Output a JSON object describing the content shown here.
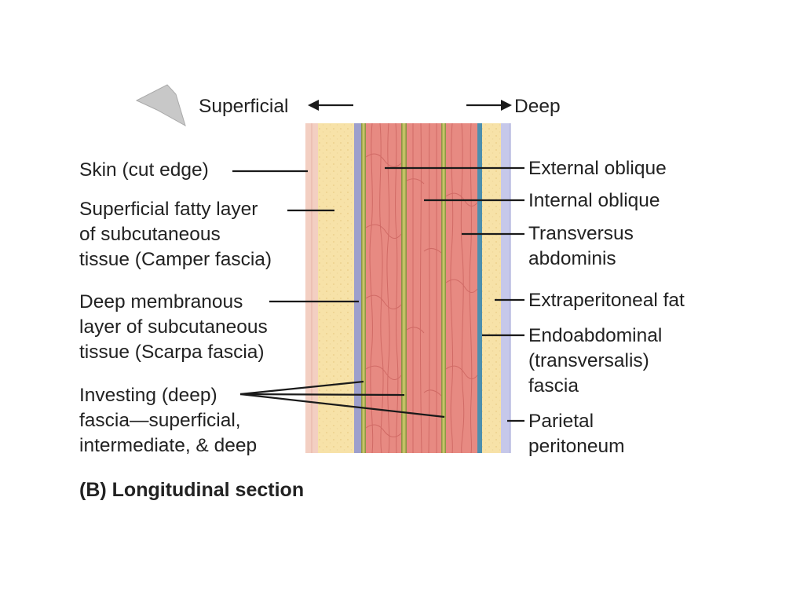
{
  "header": {
    "superficial": "Superficial",
    "deep": "Deep"
  },
  "labels_left": {
    "skin": "Skin (cut edge)",
    "camper": [
      "Superficial fatty layer",
      "of subcutaneous",
      "tissue (Camper fascia)"
    ],
    "scarpa": [
      "Deep membranous",
      "layer of subcutaneous",
      "tissue (Scarpa fascia)"
    ],
    "investing": [
      "Investing (deep)",
      "fascia—superficial,",
      "intermediate, & deep"
    ]
  },
  "labels_right": {
    "external_oblique": "External oblique",
    "internal_oblique": "Internal oblique",
    "transversus": [
      "Transversus",
      "abdominis"
    ],
    "extraperitoneal_fat": "Extraperitoneal fat",
    "endoabdominal": [
      "Endoabdominal",
      "(transversalis)",
      "fascia"
    ],
    "parietal_peritoneum": [
      "Parietal",
      "peritoneum"
    ]
  },
  "caption": "(B) Longitudinal section",
  "colors": {
    "skin": "#f3cfc2",
    "fat": "#f7e2a8",
    "membranous_fascia": "#9d9fcc",
    "deep_fascia": "#b8b462",
    "muscle": "#e78a82",
    "muscle_streak": "#c9605c",
    "transversalis": "#4d8fae",
    "peritoneum": "#c6c8ea"
  },
  "icons": {
    "pointer": "pointer-arrow-icon"
  }
}
